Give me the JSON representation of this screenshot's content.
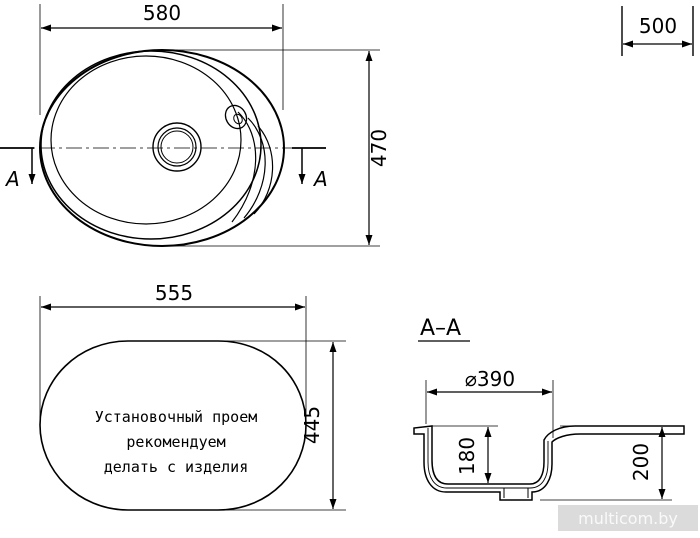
{
  "top_view": {
    "width_label": "580",
    "height_label": "470",
    "section_mark_left": "A",
    "section_mark_right": "A"
  },
  "box_label": "500",
  "cutout": {
    "width_label": "555",
    "height_label": "445",
    "note_lines": [
      "Установочный проем",
      "рекомендуем",
      "делать с изделия"
    ]
  },
  "section": {
    "title": "A–A",
    "diameter_label": "⌀390",
    "depth_label": "180",
    "total_height_label": "200"
  },
  "watermark": "multicom.by"
}
